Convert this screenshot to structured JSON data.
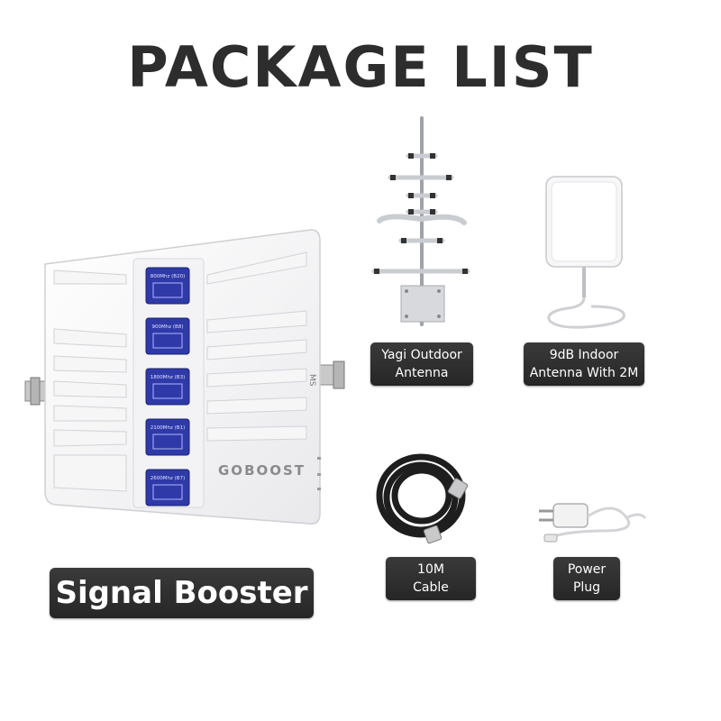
{
  "page": {
    "title": "PACKAGE LIST"
  },
  "booster": {
    "brand": "GOBOOST",
    "side_port": "MS",
    "bands": [
      "800Mhz (B20)",
      "900Mhz (B8)",
      "1800Mhz (B3)",
      "2100Mhz (B1)",
      "2600Mhz (B7)"
    ],
    "label": "Signal Booster"
  },
  "items": {
    "yagi": {
      "line1": "Yagi Outdoor",
      "line2": "Antenna"
    },
    "indoor": {
      "line1": "9dB Indoor",
      "line2": "Antenna With 2M"
    },
    "cable": {
      "line1": "10M",
      "line2": "Cable"
    },
    "power": {
      "line1": "Power",
      "line2": "Plug"
    }
  },
  "colors": {
    "label_bg": "#2b2b2b",
    "band_panel": "#2f3aa8",
    "title": "#2d2d2d"
  }
}
